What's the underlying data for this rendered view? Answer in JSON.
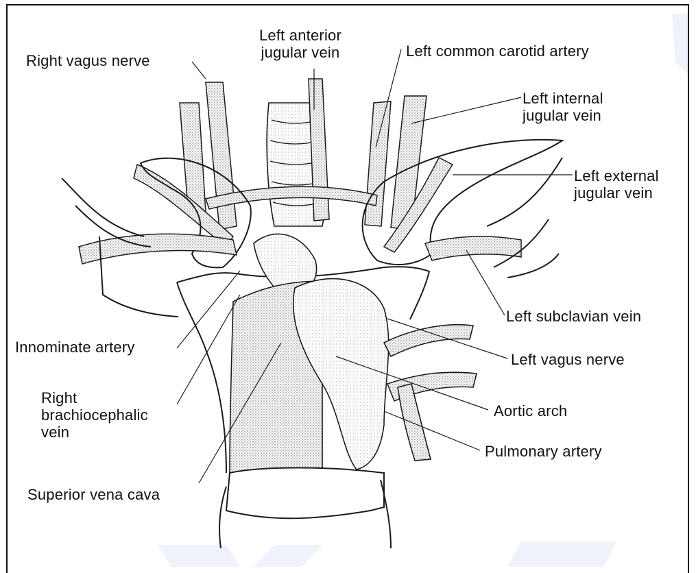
{
  "colors": {
    "ink": "#1a1a1a",
    "stipple": "#9a9a9a",
    "watermark": "#eef2fa"
  },
  "labels": {
    "right_vagus_nerve": "Right vagus nerve",
    "left_anterior_jugular_vein": [
      "Left anterior",
      "jugular vein"
    ],
    "left_common_carotid_artery": "Left common carotid artery",
    "left_internal_jugular_vein": [
      "Left internal",
      "jugular vein"
    ],
    "left_external_jugular_vein": [
      "Left external",
      "jugular vein"
    ],
    "left_subclavian_vein": "Left subclavian vein",
    "innominate_artery": "Innominate artery",
    "left_vagus_nerve": "Left vagus nerve",
    "right_brachiocephalic_vein": [
      "Right",
      "brachiocephalic",
      "vein"
    ],
    "aortic_arch": "Aortic arch",
    "pulmonary_artery": "Pulmonary artery",
    "superior_vena_cava": "Superior vena cava"
  }
}
